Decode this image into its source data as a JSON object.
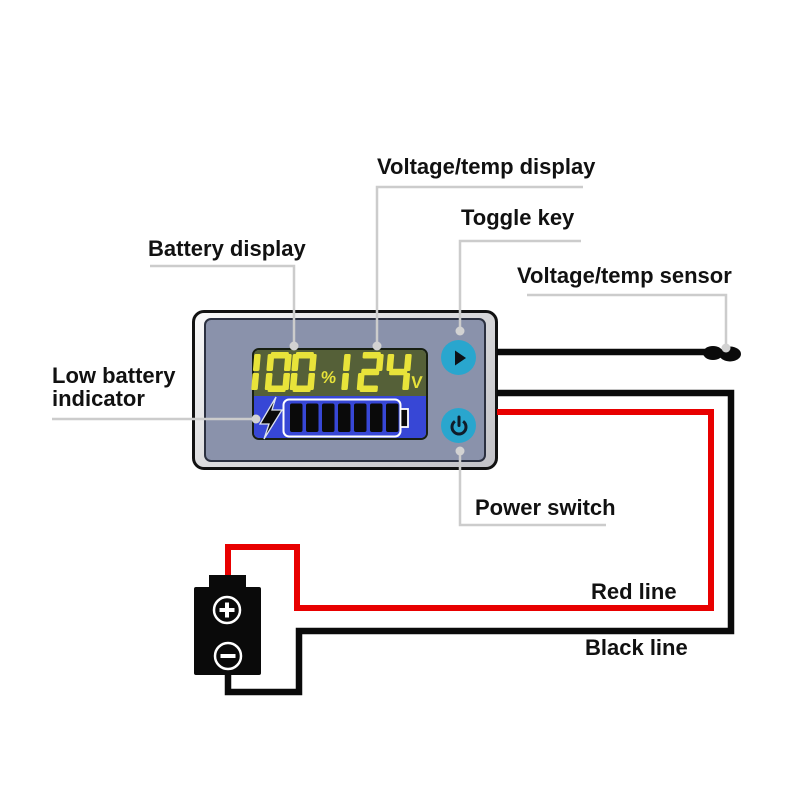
{
  "labels": {
    "voltage_temp_display": "Voltage/temp display",
    "toggle_key": "Toggle key",
    "battery_display": "Battery display",
    "voltage_temp_sensor": "Voltage/temp sensor",
    "low_battery_line1": "Low battery",
    "low_battery_line2": "indicator",
    "power_switch": "Power switch",
    "red_line": "Red line",
    "black_line": "Black line"
  },
  "device": {
    "display": {
      "percent_value": "100",
      "percent_unit": "%",
      "voltage_value": "124",
      "voltage_unit": "V",
      "battery_bars": 7,
      "low_battery_icon": "lightning-bolt"
    },
    "buttons": {
      "toggle_key_icon": "play",
      "power_switch_icon": "power"
    }
  },
  "battery_symbol": {
    "positive_terminal": "+",
    "negative_terminal": "−"
  },
  "colors": {
    "accent-cyan": "#29a6ce",
    "screen-olive": "#556038",
    "screen-blue": "#3747d6",
    "digit-yellow": "#e8e33a",
    "body-gray": "#8a92ab",
    "wire-red": "#e80000",
    "wire-black": "#0a0a0a",
    "leader-gray": "#cccccc"
  }
}
